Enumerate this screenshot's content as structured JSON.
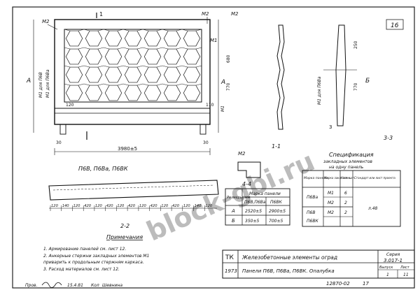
{
  "sheet": {
    "number": "16",
    "series_line1": "Серия",
    "series_line2": "3.017-1",
    "issue_label": "Выпуск",
    "issue_value": "1",
    "list_label": "Лист",
    "list_value": "11",
    "tk": "ТК",
    "year": "1973",
    "title": "Железобетонные элементы оград",
    "subtitle": "Панели П6В, П6Ва, П6ВК. Опалубка",
    "doc_number": "12870-02",
    "page": "17",
    "checked_label": "Пров.",
    "checked_date": "15.4.81",
    "checked_extra": "Кол",
    "checked_name": "Шевнина",
    "watermark": "block-gbi.ru"
  },
  "drawing": {
    "label_m2_left": "М2",
    "label_m2_right": "М2",
    "label_m1_a": "М1",
    "label_m1_b": "М1",
    "label_section_1": "1",
    "label_section_3": "3",
    "label_a": "А",
    "label_b": "Б",
    "label_m1_for_p6v": "М1 для П6В",
    "label_m1_for_p6va": "М1 для П6Ва",
    "label_m1_for_p6va_right": "М1 для П6Ва",
    "dim_110": "110",
    "dim_120": "120",
    "dim_30": "30",
    "dim_770": "770",
    "dim_680": "680",
    "dim_250": "250",
    "width_dim": "3980±5",
    "panels_caption": "П6В, П6Ва, П6ВК",
    "section_1_1": "1-1",
    "section_3_3": "3-3",
    "section_2_2": "2-2",
    "section_4_4": "4-4",
    "plan_dims": [
      "120",
      "140",
      "120",
      "420",
      "120",
      "420",
      "120",
      "420",
      "120",
      "420",
      "120",
      "420",
      "120",
      "140",
      "120"
    ]
  },
  "size_table": {
    "col1": "Размеры, мм",
    "col2": "Марка панели",
    "sub_a": "П6В,П6Ва",
    "sub_b": "П6ВК",
    "rows": [
      {
        "key": "А",
        "v1": "2520±5",
        "v2": "2900±5"
      },
      {
        "key": "Б",
        "v1": "350±5",
        "v2": "700±5"
      }
    ]
  },
  "spec": {
    "title": "Спецификация",
    "subtitle": "закладных элементов",
    "subtitle2": "на одну панель",
    "headers": [
      "Марка панели",
      "Марка закл. элем.",
      "Кол. шт.",
      "Стандарт или лист проекта"
    ],
    "rows": [
      {
        "panel": "П6Ва",
        "mark": "М1",
        "qty": "6",
        "ref": ""
      },
      {
        "panel": "",
        "mark": "М2",
        "qty": "2",
        "ref": "л.48"
      },
      {
        "panel": "П6В",
        "mark": "М2",
        "qty": "2",
        "ref": ""
      },
      {
        "panel": "П6ВК",
        "mark": "",
        "qty": "",
        "ref": ""
      }
    ]
  },
  "notes": {
    "title": "Примечания",
    "items": [
      "1. Армирование панелей см. лист 12.",
      "2. Анкерные стержни закладных элементов М1",
      "   приварить к продольным стержням каркаса.",
      "3. Расход материалов см. лист 12."
    ]
  }
}
